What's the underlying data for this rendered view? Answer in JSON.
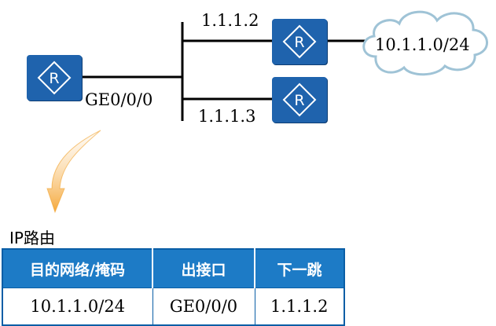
{
  "diagram": {
    "interface_label": "GE0/0/0",
    "router_glyph": "R",
    "neighbors": [
      {
        "ip": "1.1.1.2"
      },
      {
        "ip": "1.1.1.3"
      }
    ],
    "cloud_label": "10.1.1.0/24"
  },
  "routing_table": {
    "caption": "IP路由",
    "headers": [
      "目的网络/掩码",
      "出接口",
      "下一跳"
    ],
    "rows": [
      [
        "10.1.1.0/24",
        "GE0/0/0",
        "1.1.1.2"
      ]
    ]
  },
  "colors": {
    "router_fill": "#1f63ad",
    "table_header": "#1d7bc6",
    "table_border": "#0a5ea6",
    "arrow": "#f5a83a",
    "cloud_stroke": "#9fc3d6"
  },
  "icons": [
    "router-icon",
    "cloud-icon",
    "curved-arrow-icon"
  ]
}
